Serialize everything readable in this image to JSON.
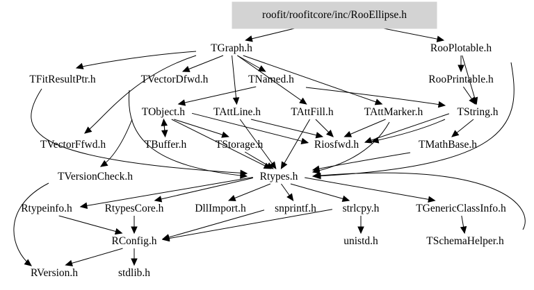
{
  "diagram": {
    "type": "include-dependency-graph",
    "root": "roofit/roofitcore/inc/RooEllipse.h",
    "highlight_color": "#d3d3d3",
    "nodes": [
      {
        "id": "root",
        "label": "roofit/roofitcore/inc/RooEllipse.h",
        "highlighted": true
      },
      {
        "id": "tgraph",
        "label": "TGraph.h"
      },
      {
        "id": "rooplotable",
        "label": "RooPlotable.h"
      },
      {
        "id": "tfitresultptr",
        "label": "TFitResultPtr.h"
      },
      {
        "id": "tvectordfwd",
        "label": "TVectorDfwd.h"
      },
      {
        "id": "tnamed",
        "label": "TNamed.h"
      },
      {
        "id": "rooprintable",
        "label": "RooPrintable.h"
      },
      {
        "id": "tobject",
        "label": "TObject.h"
      },
      {
        "id": "tattline",
        "label": "TAttLine.h"
      },
      {
        "id": "tattfill",
        "label": "TAttFill.h"
      },
      {
        "id": "tattmarker",
        "label": "TAttMarker.h"
      },
      {
        "id": "tstring",
        "label": "TString.h"
      },
      {
        "id": "tvectorffwd",
        "label": "TVectorFfwd.h"
      },
      {
        "id": "tbuffer",
        "label": "TBuffer.h"
      },
      {
        "id": "tstorage",
        "label": "TStorage.h"
      },
      {
        "id": "riosfwd",
        "label": "Riosfwd.h"
      },
      {
        "id": "tmathbase",
        "label": "TMathBase.h"
      },
      {
        "id": "tversioncheck",
        "label": "TVersionCheck.h"
      },
      {
        "id": "rtypes",
        "label": "Rtypes.h"
      },
      {
        "id": "rtypeinfo",
        "label": "Rtypeinfo.h"
      },
      {
        "id": "rtypescore",
        "label": "RtypesCore.h"
      },
      {
        "id": "dllimport",
        "label": "DllImport.h"
      },
      {
        "id": "snprintf",
        "label": "snprintf.h"
      },
      {
        "id": "strlcpy",
        "label": "strlcpy.h"
      },
      {
        "id": "tgenericclassinfo",
        "label": "TGenericClassInfo.h"
      },
      {
        "id": "rconfig",
        "label": "RConfig.h"
      },
      {
        "id": "unistd",
        "label": "unistd.h"
      },
      {
        "id": "tschemahelper",
        "label": "TSchemaHelper.h"
      },
      {
        "id": "rversion",
        "label": "RVersion.h"
      },
      {
        "id": "stdlib",
        "label": "stdlib.h"
      }
    ],
    "edges": [
      {
        "from": "root",
        "to": "tgraph"
      },
      {
        "from": "root",
        "to": "rooplotable"
      },
      {
        "from": "tgraph",
        "to": "tfitresultptr"
      },
      {
        "from": "tgraph",
        "to": "tvectordfwd"
      },
      {
        "from": "tgraph",
        "to": "tnamed"
      },
      {
        "from": "tgraph",
        "to": "tattline"
      },
      {
        "from": "tgraph",
        "to": "tattfill"
      },
      {
        "from": "tgraph",
        "to": "tattmarker"
      },
      {
        "from": "tgraph",
        "to": "tvectorffwd"
      },
      {
        "from": "rooplotable",
        "to": "rooprintable"
      },
      {
        "from": "rooplotable",
        "to": "tstring"
      },
      {
        "from": "rooplotable",
        "to": "rtypes"
      },
      {
        "from": "rooprintable",
        "to": "tstring"
      },
      {
        "from": "rooprintable",
        "to": "riosfwd"
      },
      {
        "from": "tnamed",
        "to": "tobject"
      },
      {
        "from": "tnamed",
        "to": "tstring"
      },
      {
        "from": "tfitresultptr",
        "to": "rtypes"
      },
      {
        "from": "tvectordfwd",
        "to": "rtypes"
      },
      {
        "from": "tobject",
        "to": "tbuffer"
      },
      {
        "from": "tobject",
        "to": "tstorage"
      },
      {
        "from": "tobject",
        "to": "riosfwd"
      },
      {
        "from": "tobject",
        "to": "tversioncheck"
      },
      {
        "from": "tobject",
        "to": "rtypes"
      },
      {
        "from": "tbuffer",
        "to": "tobject"
      },
      {
        "from": "tattline",
        "to": "riosfwd"
      },
      {
        "from": "tattline",
        "to": "rtypes"
      },
      {
        "from": "tattfill",
        "to": "riosfwd"
      },
      {
        "from": "tattfill",
        "to": "rtypes"
      },
      {
        "from": "tattmarker",
        "to": "riosfwd"
      },
      {
        "from": "tattmarker",
        "to": "rtypes"
      },
      {
        "from": "tstring",
        "to": "riosfwd"
      },
      {
        "from": "tstring",
        "to": "tmathbase"
      },
      {
        "from": "tmathbase",
        "to": "rtypes"
      },
      {
        "from": "tstorage",
        "to": "rtypes"
      },
      {
        "from": "tversioncheck",
        "to": "rversion"
      },
      {
        "from": "rtypes",
        "to": "rtypeinfo"
      },
      {
        "from": "rtypes",
        "to": "rtypescore"
      },
      {
        "from": "rtypes",
        "to": "dllimport"
      },
      {
        "from": "rtypes",
        "to": "snprintf"
      },
      {
        "from": "rtypes",
        "to": "strlcpy"
      },
      {
        "from": "rtypes",
        "to": "tgenericclassinfo"
      },
      {
        "from": "rtypeinfo",
        "to": "rconfig"
      },
      {
        "from": "rtypescore",
        "to": "rconfig"
      },
      {
        "from": "snprintf",
        "to": "rconfig"
      },
      {
        "from": "strlcpy",
        "to": "rconfig"
      },
      {
        "from": "strlcpy",
        "to": "unistd"
      },
      {
        "from": "tgenericclassinfo",
        "to": "tschemahelper"
      },
      {
        "from": "tschemahelper",
        "to": "rtypes"
      },
      {
        "from": "rconfig",
        "to": "rversion"
      },
      {
        "from": "rconfig",
        "to": "stdlib"
      }
    ]
  }
}
